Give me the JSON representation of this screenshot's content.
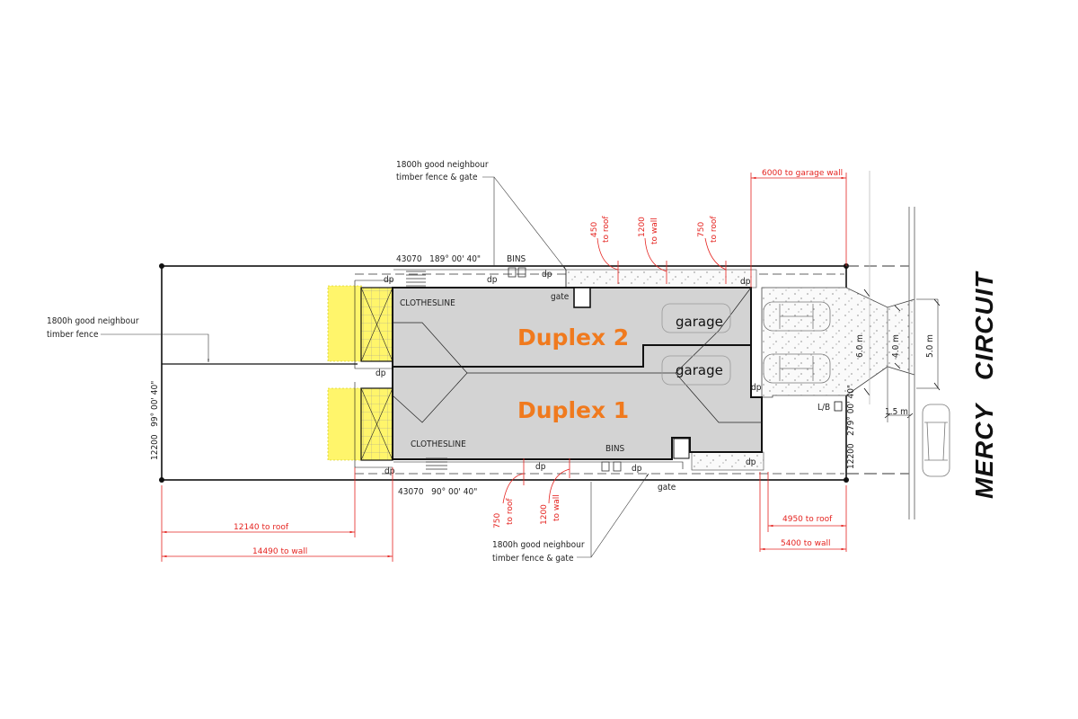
{
  "labels": {
    "fence_top": [
      "1800h good neighbour",
      "timber fence & gate"
    ],
    "fence_left": [
      "1800h good neighbour",
      "timber fence"
    ],
    "fence_bottom": [
      "1800h good neighbour",
      "timber fence & gate"
    ],
    "boundary_top": "43070   189° 00' 40\"",
    "boundary_bottom": "43070   90° 00' 40\"",
    "boundary_left": "12200   99° 00' 40\"",
    "boundary_right": "12200   279° 00' 40\"",
    "bins_top": "BINS",
    "bins_bottom": "BINS",
    "clothesline_top": "CLOTHESLINE",
    "clothesline_bottom": "CLOTHESLINE",
    "gate_top": "gate",
    "gate_bottom": "gate",
    "dp": "dp",
    "lb": "L/B",
    "duplex2": "Duplex 2",
    "duplex1": "Duplex 1",
    "garage": "garage",
    "street": "MERCY   CIRCUIT"
  },
  "dimensions": {
    "top_450": [
      "450",
      "to roof"
    ],
    "top_1200": [
      "1200",
      "to wall"
    ],
    "top_750": [
      "750",
      "to roof"
    ],
    "garage_wall": "6000 to garage wall",
    "bottom_750": [
      "750",
      "to roof"
    ],
    "bottom_1200": [
      "1200",
      "to wall"
    ],
    "rear_roof": "12140 to roof",
    "rear_wall": "14490 to wall",
    "front_roof": "4950 to roof",
    "front_wall": "5400 to wall",
    "drive_6": "6.0 m",
    "drive_4": "4.0 m",
    "drive_5": "5.0 m",
    "drive_15": "1.5 m"
  },
  "colors": {
    "accent": "#f07a1e",
    "dimension": "#e52420",
    "building": "#d3d3d3",
    "patio": "#fff56b"
  }
}
